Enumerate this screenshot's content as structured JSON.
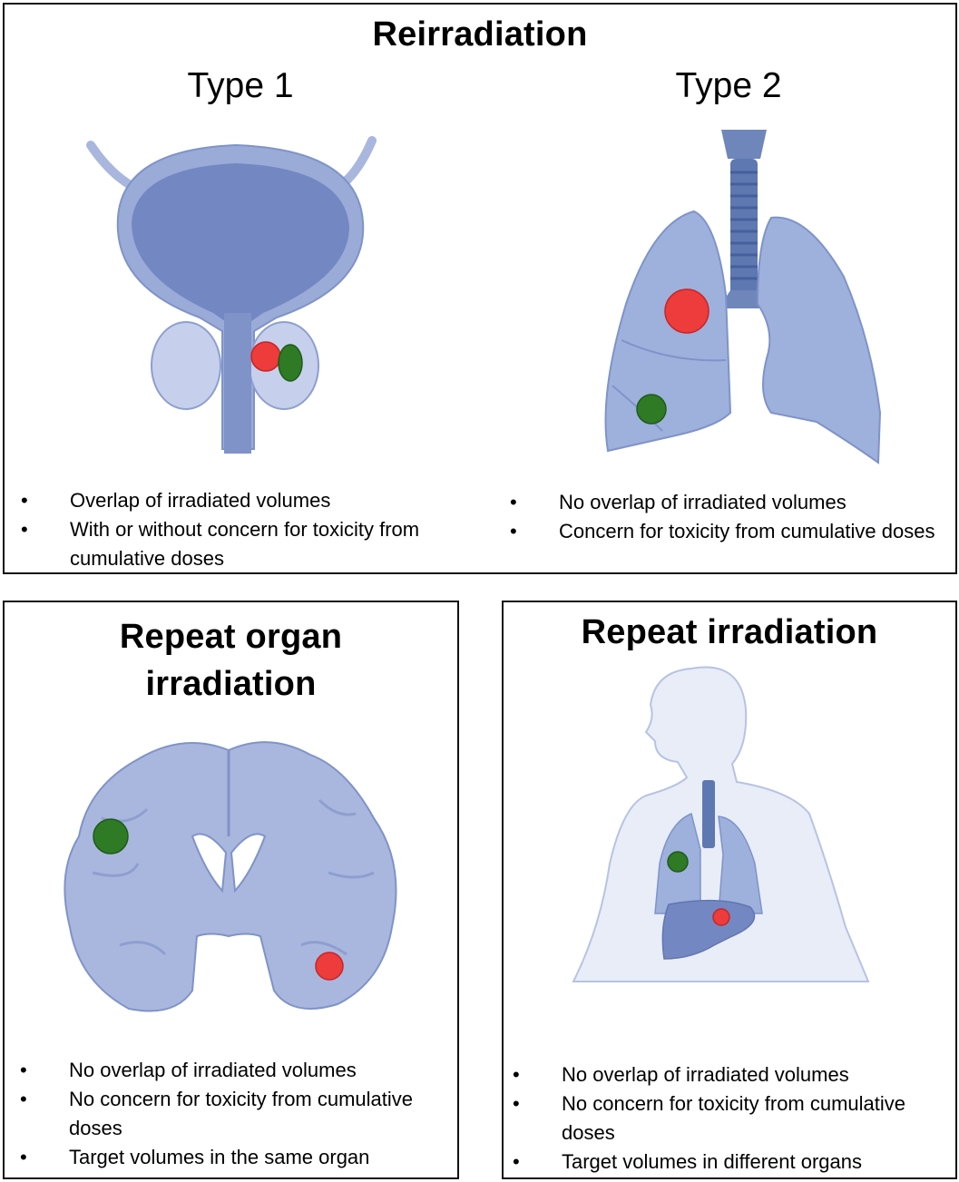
{
  "figure": {
    "reirradiation": {
      "title": "Reirradiation",
      "type1": {
        "label": "Type 1",
        "illustration": "bladder-prostate-illustration",
        "bullets": [
          "Overlap of irradiated volumes",
          "With or without concern for toxicity from cumulative doses"
        ]
      },
      "type2": {
        "label": "Type 2",
        "illustration": "lungs-trachea-illustration",
        "bullets": [
          "No overlap of irradiated volumes",
          "Concern for toxicity from cumulative doses"
        ]
      }
    },
    "repeat_organ": {
      "title_line1": "Repeat organ",
      "title_line2": "irradiation",
      "illustration": "brain-coronal-illustration",
      "bullets": [
        "No overlap of irradiated volumes",
        "No concern for toxicity from cumulative doses",
        "Target volumes in the same organ"
      ]
    },
    "repeat_irradiation": {
      "title": "Repeat irradiation",
      "illustration": "human-torso-organs-illustration",
      "bullets": [
        "No overlap of irradiated volumes",
        "No concern for toxicity from cumulative doses",
        "Target volumes in different organs"
      ]
    },
    "colors": {
      "organ": "#7f93c9",
      "organ_light": "#a9b7de",
      "tumor_red": "#ee3b3b",
      "tumor_green": "#2f7a25",
      "border": "#111111"
    }
  }
}
